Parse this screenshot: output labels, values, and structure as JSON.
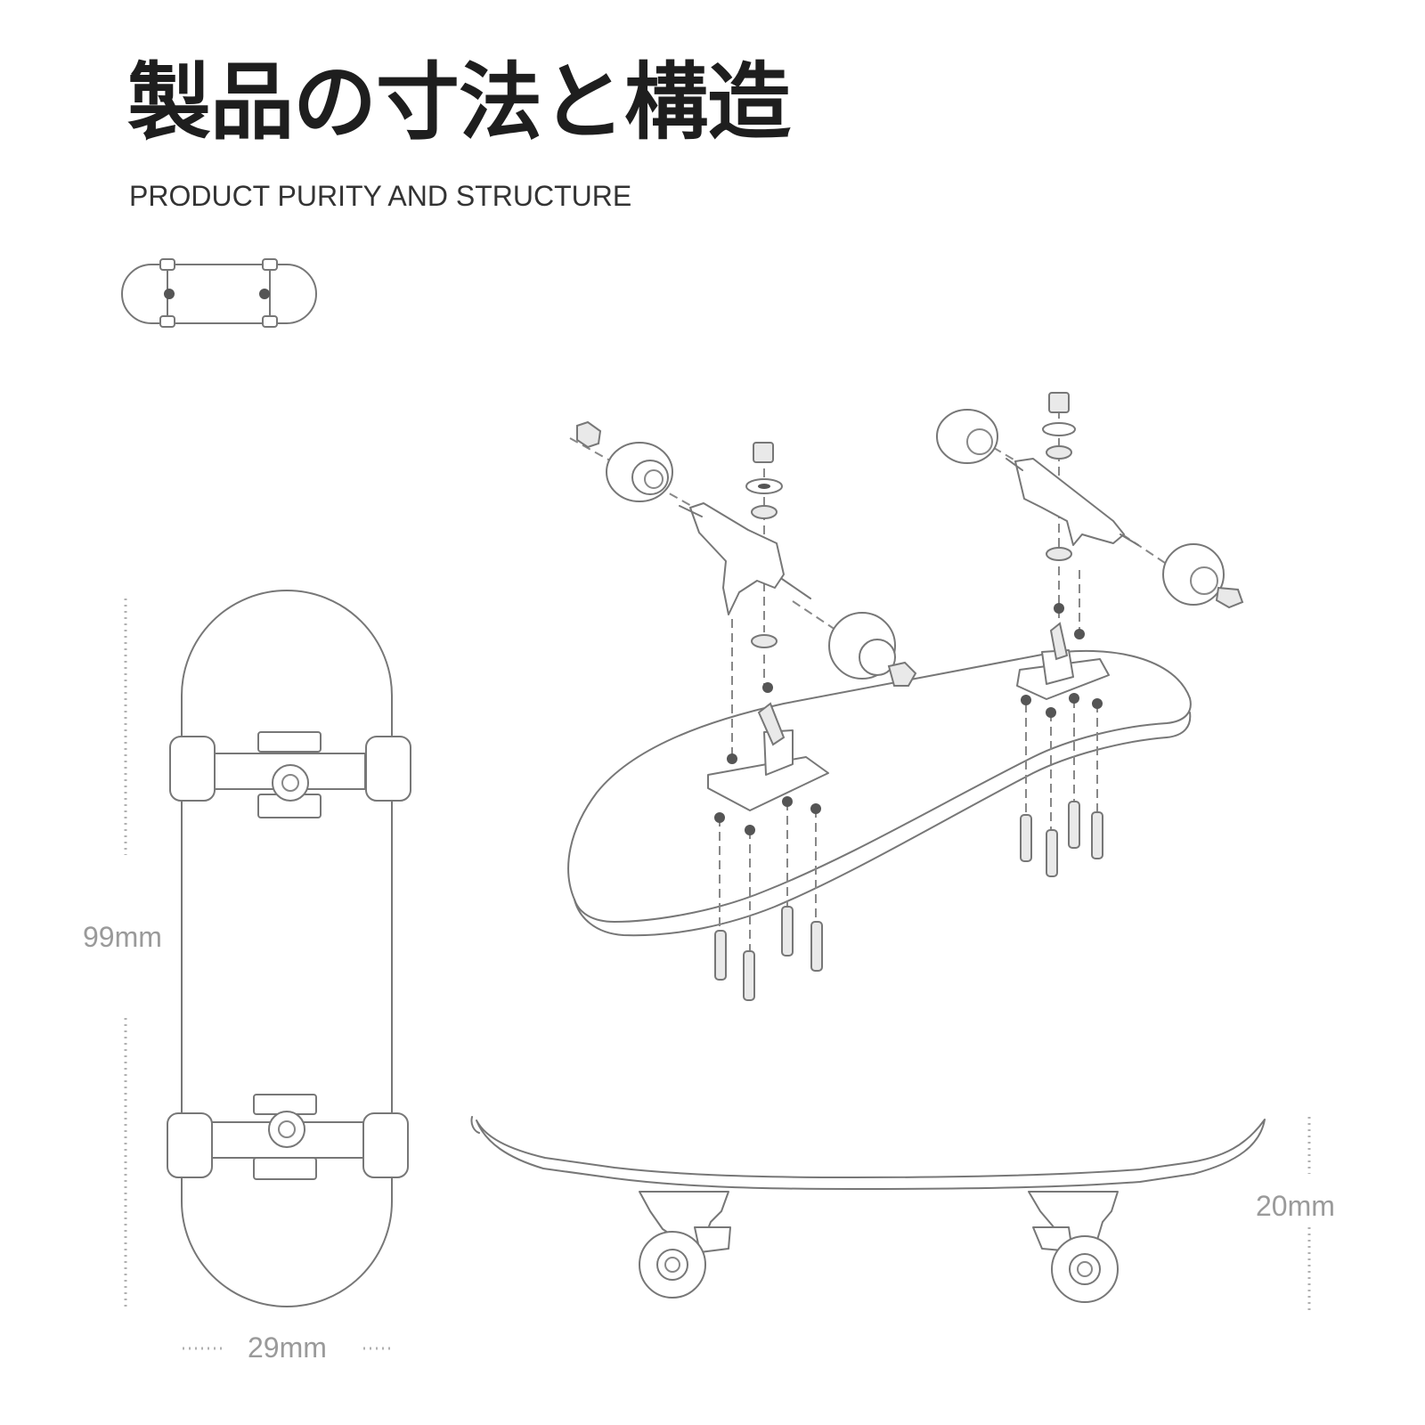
{
  "title": "製品の寸法と構造",
  "subtitle": "PRODUCT PURITY AND STRUCTURE",
  "dimensions": {
    "length": "99mm",
    "width": "29mm",
    "height": "20mm"
  },
  "colors": {
    "title": "#1e1e1e",
    "subtitle": "#333333",
    "dimension_text": "#9a9a9a",
    "line": "#777777"
  }
}
